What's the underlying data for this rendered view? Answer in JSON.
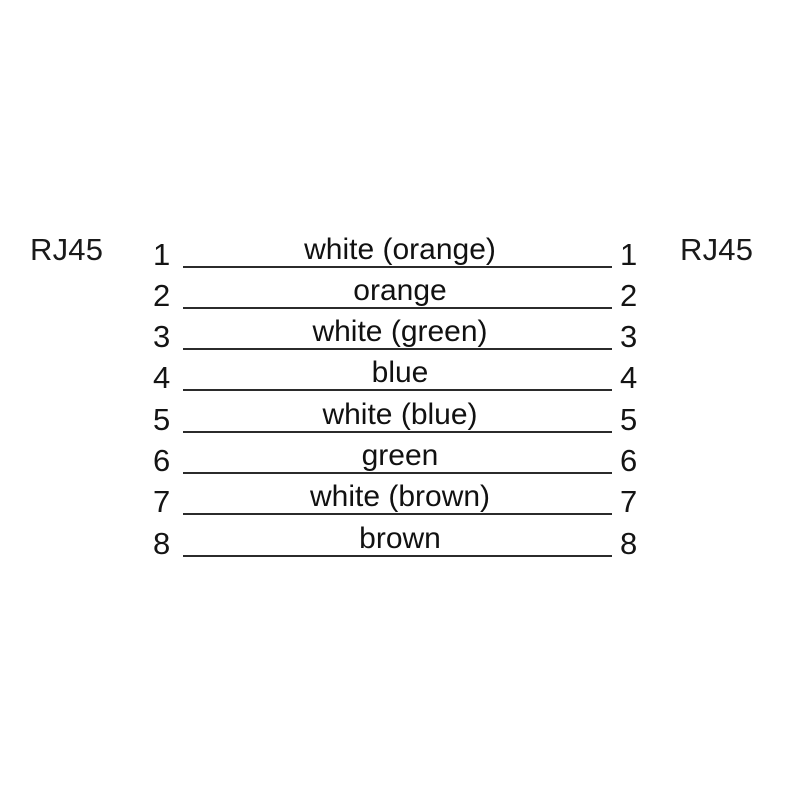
{
  "diagram": {
    "type": "rj45-straight-through-wiring",
    "left_connector": {
      "label": "RJ45"
    },
    "right_connector": {
      "label": "RJ45"
    },
    "colors": {
      "line": "#2b2b2b",
      "text": "#111111",
      "background": "#ffffff"
    },
    "pins": [
      {
        "left_number": "1",
        "right_number": "1",
        "wire": "white (orange)"
      },
      {
        "left_number": "2",
        "right_number": "2",
        "wire": "orange"
      },
      {
        "left_number": "3",
        "right_number": "3",
        "wire": "white (green)"
      },
      {
        "left_number": "4",
        "right_number": "4",
        "wire": "blue"
      },
      {
        "left_number": "5",
        "right_number": "5",
        "wire": "white (blue)"
      },
      {
        "left_number": "6",
        "right_number": "6",
        "wire": "green"
      },
      {
        "left_number": "7",
        "right_number": "7",
        "wire": "white (brown)"
      },
      {
        "left_number": "8",
        "right_number": "8",
        "wire": "brown"
      }
    ]
  }
}
